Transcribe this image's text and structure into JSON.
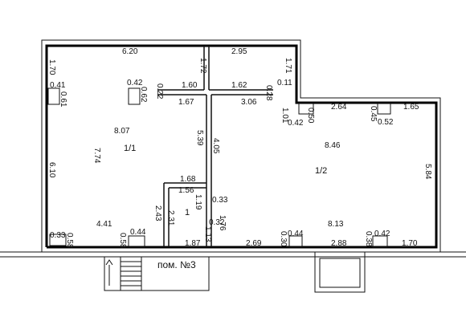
{
  "plan": {
    "stair_label": "пом. №3",
    "rooms": [
      {
        "id": "1-1",
        "label": "1/1"
      },
      {
        "id": "1-2",
        "label": "1/2"
      },
      {
        "id": "1",
        "label": "1"
      }
    ],
    "dimensions": [
      {
        "id": "top-620",
        "text": "6.20"
      },
      {
        "id": "top-295",
        "text": "2.95"
      },
      {
        "id": "left-170",
        "text": "1.70"
      },
      {
        "id": "mid-172",
        "text": "1.72"
      },
      {
        "id": "right-171",
        "text": "1.71"
      },
      {
        "id": "w-041",
        "text": "0.41"
      },
      {
        "id": "w-061",
        "text": "0.61"
      },
      {
        "id": "c-042",
        "text": "0.42"
      },
      {
        "id": "c-062",
        "text": "0.62"
      },
      {
        "id": "c-022",
        "text": "0.22"
      },
      {
        "id": "c-160",
        "text": "1.60"
      },
      {
        "id": "c-162",
        "text": "1.62"
      },
      {
        "id": "c-011",
        "text": "0.11"
      },
      {
        "id": "c-028",
        "text": "0.28"
      },
      {
        "id": "c-167",
        "text": "1.67"
      },
      {
        "id": "c-306",
        "text": "3.06"
      },
      {
        "id": "r-101",
        "text": "1.01"
      },
      {
        "id": "r-042",
        "text": "0.42"
      },
      {
        "id": "r-050",
        "text": "0.50"
      },
      {
        "id": "r-264",
        "text": "2.64"
      },
      {
        "id": "r-045",
        "text": "0.45"
      },
      {
        "id": "r-052",
        "text": "0.52"
      },
      {
        "id": "r-165",
        "text": "1.65"
      },
      {
        "id": "a-807",
        "text": "8.07"
      },
      {
        "id": "a-774",
        "text": "7.74"
      },
      {
        "id": "a-610",
        "text": "6.10"
      },
      {
        "id": "a-539",
        "text": "5.39"
      },
      {
        "id": "a-405",
        "text": "4.05"
      },
      {
        "id": "a-846",
        "text": "8.46"
      },
      {
        "id": "a-584",
        "text": "5.84"
      },
      {
        "id": "s-168",
        "text": "1.68"
      },
      {
        "id": "s-156",
        "text": "1.56"
      },
      {
        "id": "s-119",
        "text": "1.19"
      },
      {
        "id": "s-033",
        "text": "0.33"
      },
      {
        "id": "s-243",
        "text": "2.43"
      },
      {
        "id": "s-231",
        "text": "2.31"
      },
      {
        "id": "s-032",
        "text": "0.32"
      },
      {
        "id": "s-176",
        "text": "1.76"
      },
      {
        "id": "s-113",
        "text": "1.13"
      },
      {
        "id": "b-441",
        "text": "4.41"
      },
      {
        "id": "b-044a",
        "text": "0.44"
      },
      {
        "id": "b-033",
        "text": "0.33"
      },
      {
        "id": "b-058a",
        "text": "0.58"
      },
      {
        "id": "b-058b",
        "text": "0.58"
      },
      {
        "id": "b-187",
        "text": "1.87"
      },
      {
        "id": "b-269",
        "text": "2.69"
      },
      {
        "id": "b-030",
        "text": "0.30"
      },
      {
        "id": "b-044b",
        "text": "0.44"
      },
      {
        "id": "b-288",
        "text": "2.88"
      },
      {
        "id": "b-038",
        "text": "0.38"
      },
      {
        "id": "b-042",
        "text": "0.42"
      },
      {
        "id": "b-170",
        "text": "1.70"
      },
      {
        "id": "b-813",
        "text": "8.13"
      }
    ]
  },
  "colors": {
    "wall": "#000000",
    "line": "#111111",
    "background": "#ffffff"
  }
}
